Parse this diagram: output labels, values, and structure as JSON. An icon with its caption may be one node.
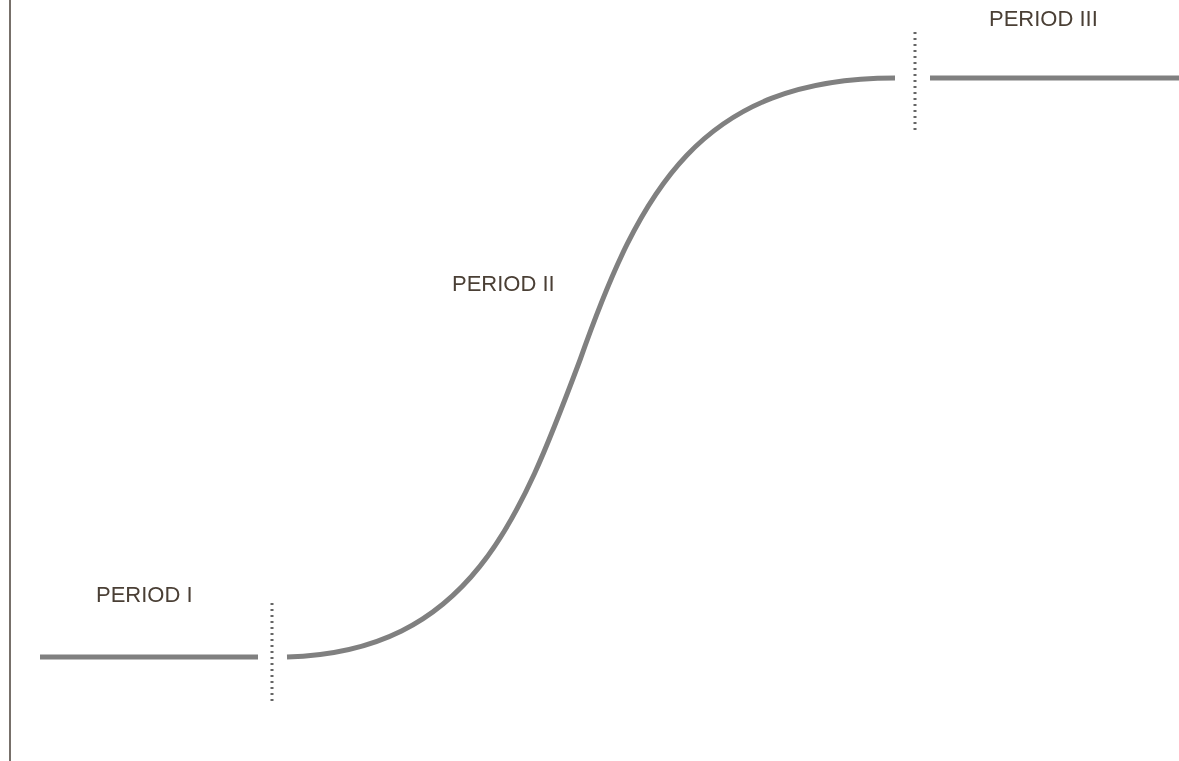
{
  "diagram": {
    "labels": [
      "PERIOD I",
      "PERIOD II",
      "PERIOD III"
    ]
  }
}
